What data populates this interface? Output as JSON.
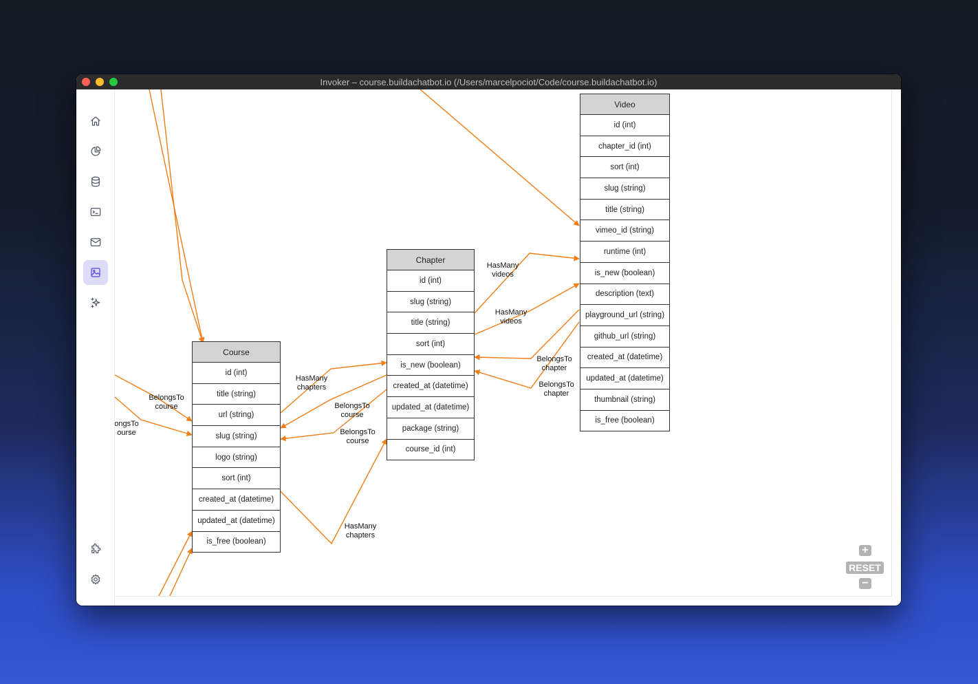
{
  "window": {
    "title": "Invoker – course.buildachatbot.io (/Users/marcelpociot/Code/course.buildachatbot.io)"
  },
  "sidebar": {
    "items": [
      {
        "name": "home",
        "icon": "home-icon"
      },
      {
        "name": "analytics",
        "icon": "pie-chart-icon"
      },
      {
        "name": "database",
        "icon": "database-icon"
      },
      {
        "name": "terminal",
        "icon": "terminal-icon"
      },
      {
        "name": "mail",
        "icon": "mail-icon"
      },
      {
        "name": "diagram",
        "icon": "image-icon",
        "active": true
      },
      {
        "name": "ai",
        "icon": "sparkles-icon"
      },
      {
        "name": "extensions",
        "icon": "puzzle-icon"
      },
      {
        "name": "settings",
        "icon": "gear-icon"
      }
    ],
    "accent_color": "#4f46e5",
    "active_bg": "#dcdcf7"
  },
  "diagram": {
    "edge_color": "#f07d16",
    "tables": {
      "course": {
        "name": "Course",
        "fields": [
          "id (int)",
          "title (string)",
          "url (string)",
          "slug (string)",
          "logo (string)",
          "sort (int)",
          "created_at (datetime)",
          "updated_at (datetime)",
          "is_free (boolean)"
        ]
      },
      "chapter": {
        "name": "Chapter",
        "fields": [
          "id (int)",
          "slug (string)",
          "title (string)",
          "sort (int)",
          "is_new (boolean)",
          "created_at (datetime)",
          "updated_at (datetime)",
          "package (string)",
          "course_id (int)"
        ]
      },
      "video": {
        "name": "Video",
        "fields": [
          "id (int)",
          "chapter_id (int)",
          "sort (int)",
          "slug (string)",
          "title (string)",
          "vimeo_id (string)",
          "runtime (int)",
          "is_new (boolean)",
          "description (text)",
          "playground_url (string)",
          "github_url (string)",
          "created_at (datetime)",
          "updated_at (datetime)",
          "thumbnail (string)",
          "is_free (boolean)"
        ]
      }
    },
    "labels": {
      "hm_chapters_1": {
        "l1": "HasMany",
        "l2": "chapters"
      },
      "bt_course_left": {
        "l1": "BelongsTo",
        "l2": "course"
      },
      "bt_course_partial": {
        "l1": "ongsTo",
        "l2": "ourse"
      },
      "bt_course_2": {
        "l1": "BelongsTo",
        "l2": "course"
      },
      "bt_course_3": {
        "l1": "BelongsTo",
        "l2": "course"
      },
      "hm_chapters_2": {
        "l1": "HasMany",
        "l2": "chapters"
      },
      "hm_videos_1": {
        "l1": "HasMany",
        "l2": "videos"
      },
      "hm_videos_2": {
        "l1": "HasMany",
        "l2": "videos"
      },
      "bt_chapter_1": {
        "l1": "BelongsTo",
        "l2": "chapter"
      },
      "bt_chapter_2": {
        "l1": "BelongsTo",
        "l2": "chapter"
      }
    },
    "zoom": {
      "in_label": "+",
      "reset_label": "RESET",
      "out_label": "−"
    }
  }
}
